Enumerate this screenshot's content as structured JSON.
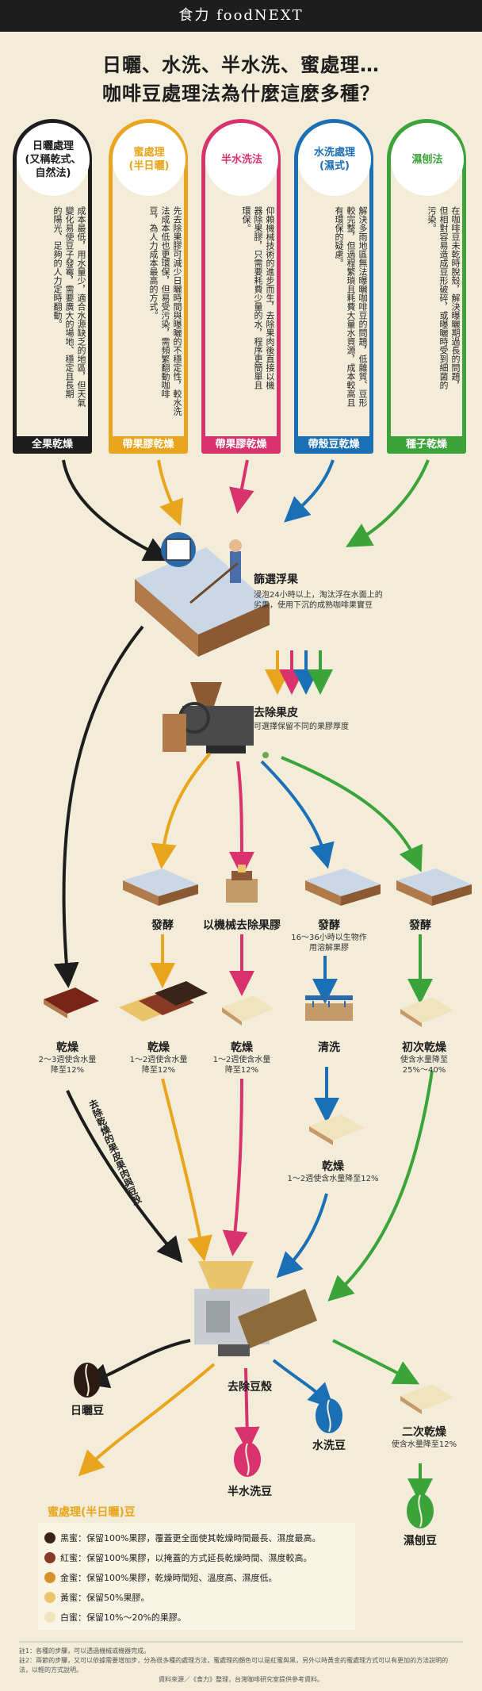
{
  "header": {
    "brand": "食力 foodNEXT"
  },
  "title": {
    "line1": "日曬、水洗、半水洗、蜜處理…",
    "line2": "咖啡豆處理法為什麼這麼多種？"
  },
  "methods": [
    {
      "name": "日曬處理\n(又稱乾式、\n自然法)",
      "color": "#1d1d1d",
      "desc": "成本最低，用水量少，適合水源缺乏的地區，但天氣\n變化易使豆子發霉，需要廣大的場地、穩定且長期\n的陽光、足夠的人力定時翻動。",
      "tag": "全果乾燥"
    },
    {
      "name": "蜜處理\n(半日曬)",
      "color": "#e9a51d",
      "desc": "先去除果膠可減少日曬時間與曝曬的不穩定性，較水洗\n法成本低也更環保，但易受污染，需頻繁翻動咖啡\n豆，為人力成本最高的方式。",
      "tag": "帶果膠乾燥"
    },
    {
      "name": "半水洗法",
      "color": "#d9336e",
      "desc": "仰賴機械技術的進步而生，去除果肉後直接以機\n器除果膠，只需要耗費少量的水，程序更簡單且\n環保。",
      "tag": "帶果膠乾燥"
    },
    {
      "name": "水洗處理\n(濕式)",
      "color": "#1a6fb5",
      "desc": "解決多雨地區無法曝曬咖啡豆的問題，低雜質、豆形\n較完整，但過程繁瑣且耗費大量水資源，成本較高且\n有環保的疑慮。",
      "tag": "帶殼豆乾燥"
    },
    {
      "name": "濕刨法",
      "color": "#3aa33a",
      "desc": "在咖啡豆未乾時脫殼，解決曝曬期過長的問題，\n但相對容易造成豆形破碎，或曝曬時受到細菌的\n污染。",
      "tag": "種子乾燥"
    }
  ],
  "steps": {
    "screen": {
      "title": "篩選浮果",
      "desc": "浸泡24小時以上，淘汰浮在水面上的\n劣果，使用下沉的成熟咖啡果實豆"
    },
    "pulp": {
      "title": "去除果皮",
      "desc": "可選擇保留不同的果膠厚度"
    },
    "ferment1": "發酵",
    "mech": "以機械去除果膠",
    "ferment2": {
      "title": "發酵",
      "desc": "16～36小時以生物作\n用溶解果膠"
    },
    "ferment3": "發酵",
    "dry1": {
      "title": "乾燥",
      "desc": "2～3週使含水量\n降至12%"
    },
    "dry2": {
      "title": "乾燥",
      "desc": "1～2週使含水量\n降至12%"
    },
    "dry3": {
      "title": "乾燥",
      "desc": "1～2週使含水量\n降至12%"
    },
    "wash": "清洗",
    "firstdry": {
      "title": "初次乾燥",
      "desc": "使含水量降至\n25%～40%"
    },
    "dry4": {
      "title": "乾燥",
      "desc": "1～2週使含水量降至12%"
    },
    "side_note": "去除乾燥的果皮果肉與豆殼",
    "hull": "去除豆殼",
    "seconddry": {
      "title": "二次乾燥",
      "desc": "使含水量降至12%"
    }
  },
  "beans": {
    "natural": "日曬豆",
    "semi": "半水洗豆",
    "washed": "水洗豆",
    "wethulled": "濕刨豆",
    "honey": "蜜處理(半日曬)豆"
  },
  "legend": [
    {
      "color": "#3a2418",
      "text": "黑蜜：保留100%果膠，覆蓋更全面使其乾燥時間最長、濕度最高。"
    },
    {
      "color": "#8a3a24",
      "text": "紅蜜：保留100%果膠，以掩蓋的方式延長乾燥時間、濕度較高。"
    },
    {
      "color": "#d6922a",
      "text": "金蜜：保留100%果膠，乾燥時間短、溫度高、濕度低。"
    },
    {
      "color": "#e9c46a",
      "text": "黃蜜：保留50%果膠。"
    },
    {
      "color": "#f2e3bf",
      "text": "白蜜：保留10%～20%的果膠。"
    }
  ],
  "footnotes": [
    "註1：各種的步驟，可以透過機械或機器完成。",
    "註2：兩節的步驟，又可以依據需要增加步，分為很多種的處理方法，蜜處理的顏色可以是紅蜜與黑，另外以時黃金的蜜處理方式可以有更加的方法說明的",
    "法，以輕的方式說明。",
    "資料來源／《食力》整理，台灣咖啡研究室提供參考資料。"
  ]
}
